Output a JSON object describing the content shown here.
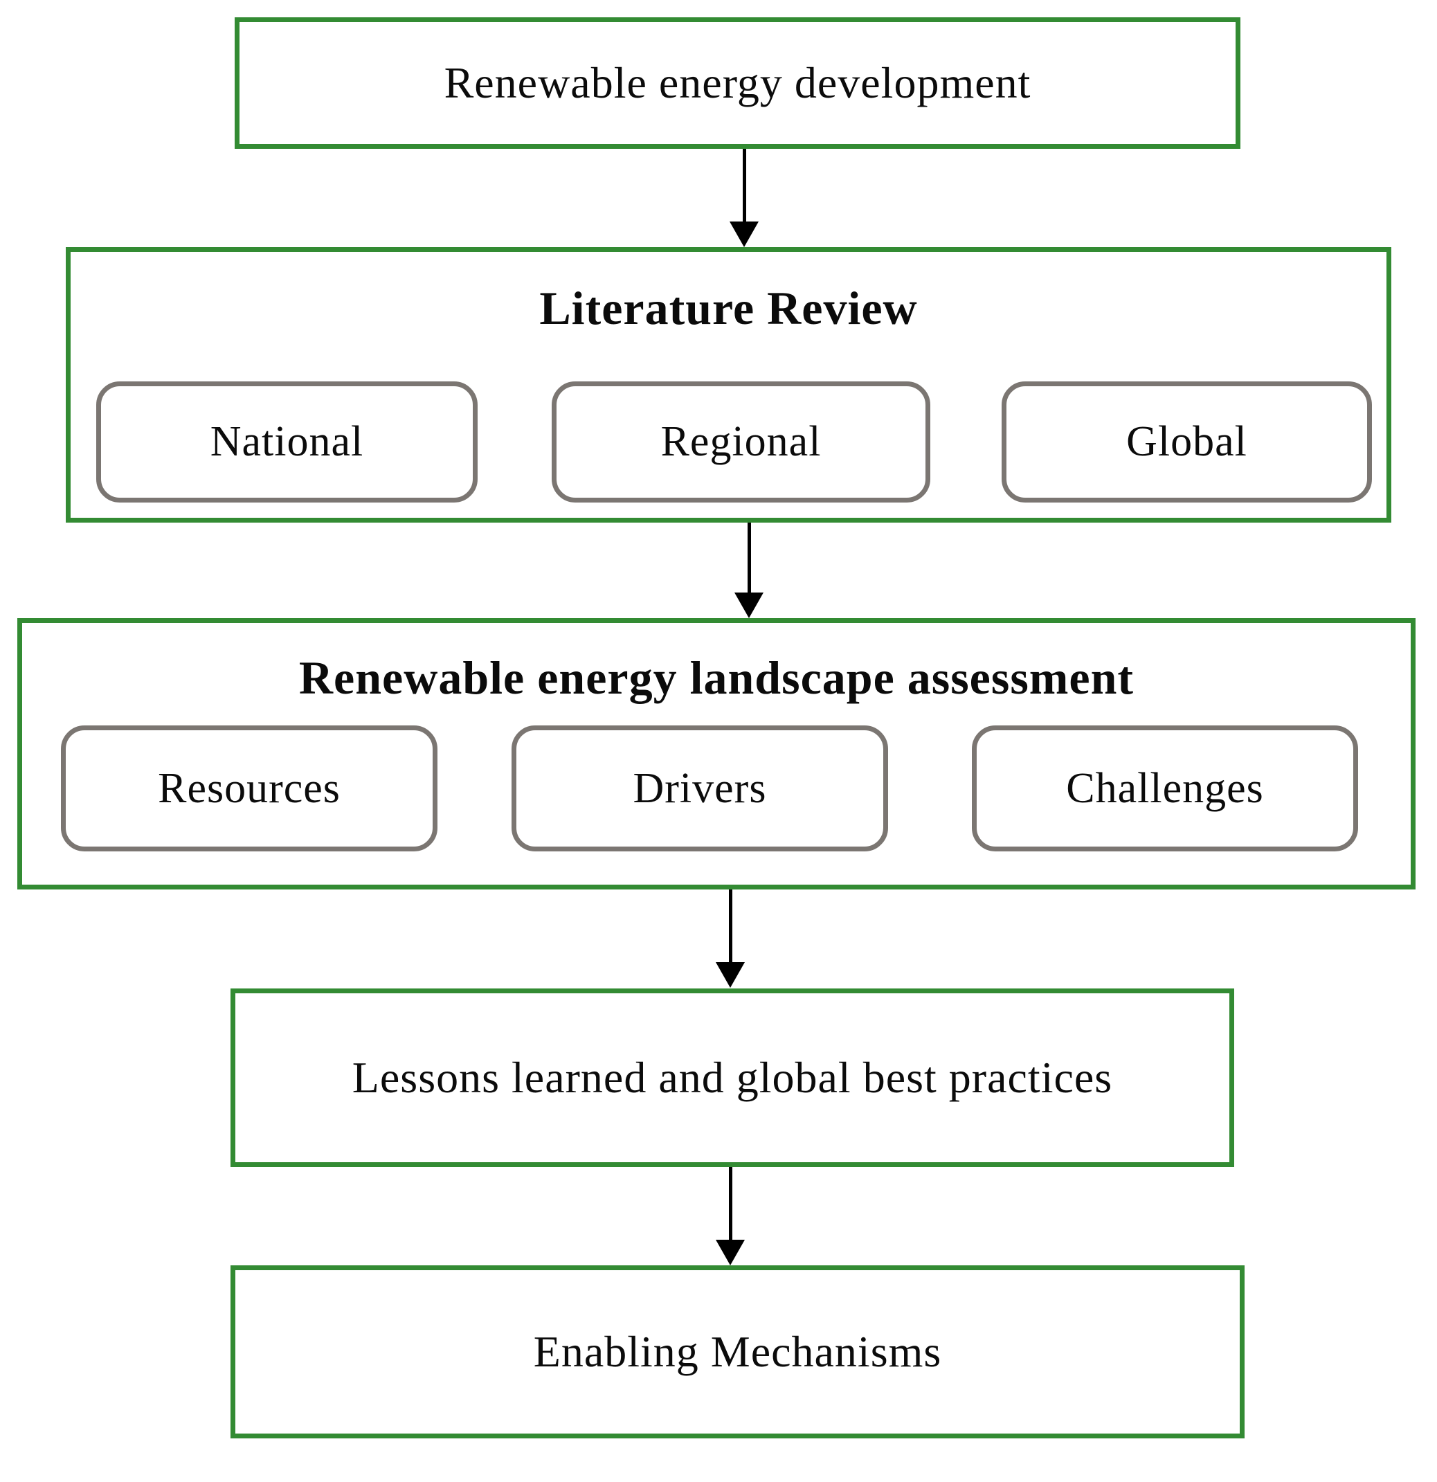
{
  "colors": {
    "green": "#338b33",
    "gray": "#7b7672",
    "ink": "#0b0b0b",
    "arrow": "#000000",
    "bg": "#ffffff"
  },
  "flow": {
    "top_box": {
      "label": "Renewable energy development"
    },
    "literature": {
      "title": "Literature Review",
      "items": [
        {
          "label": "National"
        },
        {
          "label": "Regional"
        },
        {
          "label": "Global"
        }
      ]
    },
    "assessment": {
      "title": "Renewable energy landscape assessment",
      "items": [
        {
          "label": "Resources"
        },
        {
          "label": "Drivers"
        },
        {
          "label": "Challenges"
        }
      ]
    },
    "lessons_box": {
      "label": "Lessons learned and global best practices"
    },
    "enabling_box": {
      "label": "Enabling Mechanisms"
    }
  }
}
